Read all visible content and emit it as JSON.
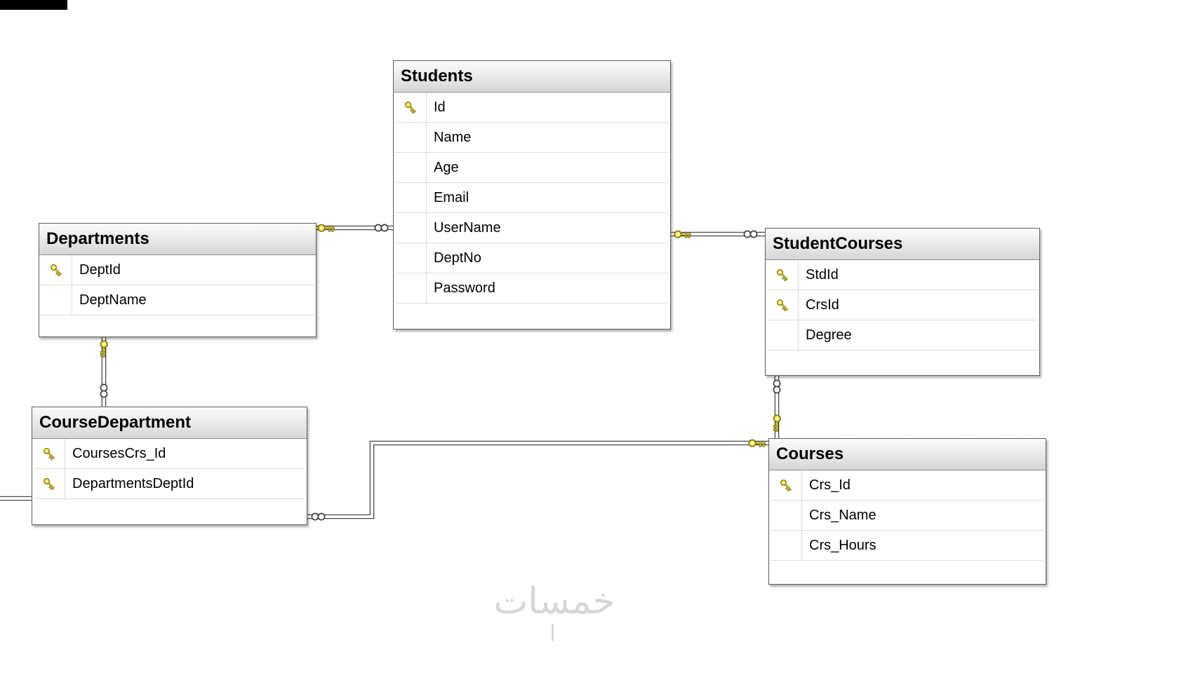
{
  "diagram": {
    "type": "database-er-diagram",
    "watermark": "خمسات",
    "tables": {
      "students": {
        "title": "Students",
        "fields": [
          {
            "name": "Id",
            "pk": true
          },
          {
            "name": "Name",
            "pk": false
          },
          {
            "name": "Age",
            "pk": false
          },
          {
            "name": "Email",
            "pk": false
          },
          {
            "name": "UserName",
            "pk": false
          },
          {
            "name": "DeptNo",
            "pk": false
          },
          {
            "name": "Password",
            "pk": false
          }
        ]
      },
      "departments": {
        "title": "Departments",
        "fields": [
          {
            "name": "DeptId",
            "pk": true
          },
          {
            "name": "DeptName",
            "pk": false
          }
        ]
      },
      "studentcourses": {
        "title": "StudentCourses",
        "fields": [
          {
            "name": "StdId",
            "pk": true
          },
          {
            "name": "CrsId",
            "pk": true
          },
          {
            "name": "Degree",
            "pk": false
          }
        ]
      },
      "coursedepartment": {
        "title": "CourseDepartment",
        "fields": [
          {
            "name": "CoursesCrs_Id",
            "pk": true
          },
          {
            "name": "DepartmentsDeptId",
            "pk": true
          }
        ]
      },
      "courses": {
        "title": "Courses",
        "fields": [
          {
            "name": "Crs_Id",
            "pk": true
          },
          {
            "name": "Crs_Name",
            "pk": false
          },
          {
            "name": "Crs_Hours",
            "pk": false
          }
        ]
      }
    },
    "relationships": [
      {
        "one": "Departments",
        "many": "Students"
      },
      {
        "one": "Students",
        "many": "StudentCourses"
      },
      {
        "one": "Departments",
        "many": "CourseDepartment"
      },
      {
        "one": "Courses",
        "many": "StudentCourses"
      },
      {
        "one": "Courses",
        "many": "CourseDepartment"
      }
    ],
    "colors": {
      "table_border": "#5e5e5e",
      "header_gradient_top": "#fcfcfc",
      "header_gradient_bottom": "#d6d6d6",
      "key_icon": "#ffef3e",
      "connector": "#4a4a4a",
      "watermark": "#d6d6d6"
    }
  }
}
